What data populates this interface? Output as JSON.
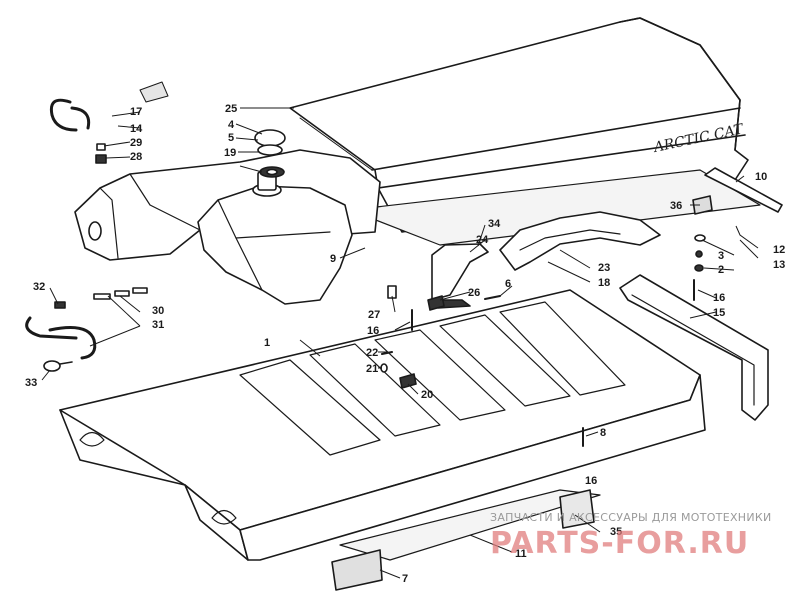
{
  "brand_text": "ARCTIC CAT",
  "watermark": {
    "subtitle": "ЗАПЧАСТИ И АКСЕССУАРЫ ДЛЯ МОТОТЕХНИКИ",
    "logo_text": "PARTS-FOR.RU"
  },
  "callouts": [
    "1",
    "2",
    "3",
    "4",
    "5",
    "6",
    "7",
    "8",
    "9",
    "10",
    "11",
    "12",
    "13",
    "14",
    "15",
    "16",
    "16",
    "16",
    "17",
    "18",
    "19",
    "20",
    "21",
    "22",
    "23",
    "24",
    "25",
    "26",
    "27",
    "28",
    "29",
    "30",
    "31",
    "32",
    "33",
    "34",
    "35",
    "36"
  ]
}
